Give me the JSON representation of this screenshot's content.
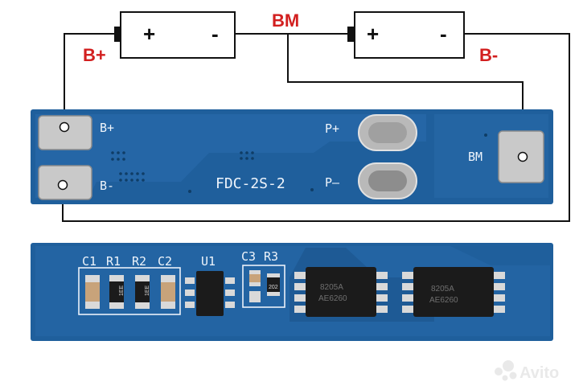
{
  "diagram": {
    "top_labels": {
      "b_plus": "B+",
      "bm": "BM",
      "b_minus": "B-"
    },
    "cells": [
      {
        "plus": "+",
        "minus": "-"
      },
      {
        "plus": "+",
        "minus": "-"
      }
    ],
    "board_top": {
      "pads": {
        "b_plus": "B+",
        "b_minus": "B-",
        "p_plus": "P+",
        "p_minus": "P–",
        "bm": "BM"
      },
      "model": "FDC-2S-2"
    },
    "board_bottom": {
      "component_labels": [
        "C1",
        "R1",
        "R2",
        "C2",
        "U1",
        "C3",
        "R3"
      ],
      "resistor_codes": [
        "1EE",
        "1EE",
        "202"
      ],
      "mosfet_marks": [
        {
          "line1": "8205A",
          "line2": "AE6260"
        },
        {
          "line1": "8205A",
          "line2": "AE6260"
        }
      ]
    },
    "watermark": "Avito"
  },
  "colors": {
    "wire": "#111111",
    "label_red": "#d21f1f",
    "pcb_blue": "#1f5f9c",
    "pcb_dark": "#16497a",
    "pad_silver": "#c9c9c9",
    "chip_black": "#1b1b1b"
  }
}
